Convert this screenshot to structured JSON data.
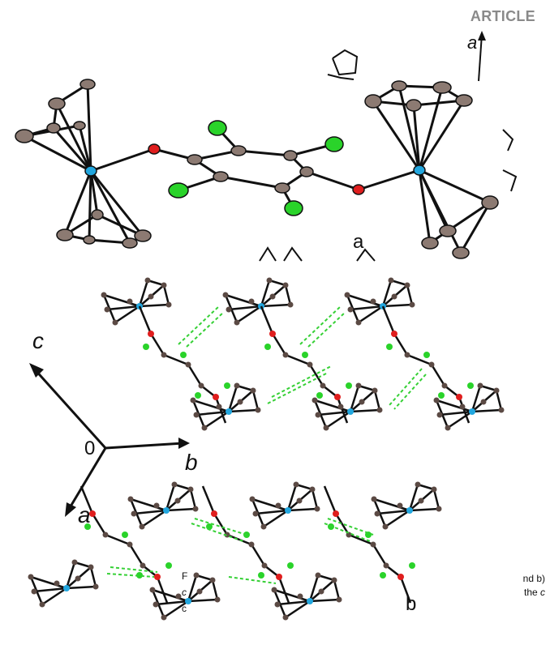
{
  "header": {
    "label": "ARTICLE"
  },
  "panels": {
    "top_label": "a",
    "bottom_label": "b"
  },
  "axes": {
    "c": "c",
    "b": "b",
    "a": "a",
    "origin": "0",
    "top_axis": "a"
  },
  "caption": {
    "left_1": "F",
    "left_2": "c",
    "left_3": "c",
    "right_1": "nd b)",
    "right_2_prefix": "the ",
    "right_2_italic": "c"
  },
  "colors": {
    "carbon": "#6b5a52",
    "iron": "#22a7df",
    "oxygen": "#e01e1e",
    "chlorine": "#2ad32a",
    "bond": "#111111",
    "contact": "#36d036"
  }
}
